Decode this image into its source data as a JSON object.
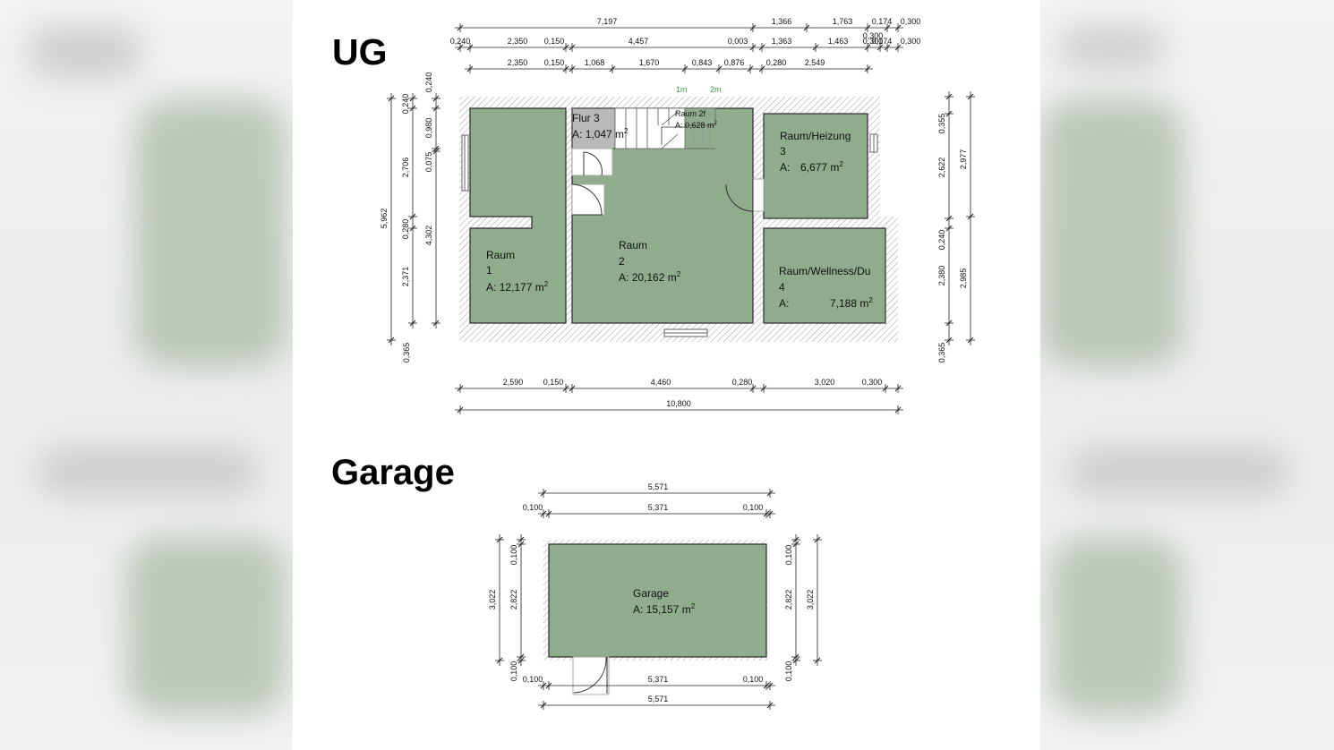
{
  "headings": {
    "ug": "UG",
    "garage": "Garage"
  },
  "colors": {
    "room_fill": "#8fac8c",
    "room_stroke": "#2a2a2a",
    "flur_fill": "#b9b9b9",
    "hatch": "#9a9a9a",
    "marker": "#3a9a3a",
    "dim": "#222222"
  },
  "rooms": {
    "raum1": {
      "name": "Raum",
      "number": "1",
      "area_prefix": "A:",
      "area_value": "12,177 m",
      "area_sup": "2"
    },
    "raum2": {
      "name": "Raum",
      "number": "2",
      "area_prefix": "A:",
      "area_value": "20,162 m",
      "area_sup": "2"
    },
    "raum3": {
      "name": "Raum/Heizung",
      "number": "3",
      "area_prefix": "A:",
      "area_value": "6,677 m",
      "area_sup": "2"
    },
    "raum4": {
      "name": "Raum/Wellness/Du",
      "number": "4",
      "area_prefix": "A:",
      "area_value": "7,188 m",
      "area_sup": "2"
    },
    "flur3": {
      "name": "Flur 3",
      "area_prefix": "A:",
      "area_value": "1,047 m",
      "area_sup": "2"
    },
    "raum2f": {
      "name": "Raum 2f",
      "area_prefix": "A:",
      "area_value": "0,628 m",
      "area_sup": "2"
    },
    "garage": {
      "name": "Garage",
      "area_prefix": "A:",
      "area_value": "15,157 m",
      "area_sup": "2"
    }
  },
  "markers": {
    "m1": "1m",
    "m2": "2m"
  },
  "ug_dims": {
    "top_row1": [
      "7,197",
      "1,366",
      "1,763",
      "0,174",
      "0,300"
    ],
    "top_row2": [
      "0,240",
      "2,350",
      "0,150",
      "4,457",
      "0,003",
      "1,363",
      "1,463",
      "0,300",
      "0,174",
      "0,300"
    ],
    "top_row3": [
      "2,350",
      "0,150",
      "1,068",
      "1,670",
      "0,843",
      "0,876",
      "0,280",
      "2,549"
    ],
    "left_outer": [
      "5,962",
      "0,365"
    ],
    "left_mid": [
      "0,240",
      "2,706",
      "0,280",
      "2,371"
    ],
    "left_inner": [
      "0,240",
      "0,980",
      "0,075",
      "4,302"
    ],
    "right_inner": [
      "0,355",
      "2,622",
      "0,240",
      "2,380",
      "0,365"
    ],
    "right_outer": [
      "2,977",
      "2,985"
    ],
    "bottom_row1": [
      "2,590",
      "0,150",
      "4,460",
      "0,280",
      "3,020",
      "0,300"
    ],
    "bottom_row2": [
      "10,800"
    ]
  },
  "garage_dims": {
    "top_row1": [
      "5,571"
    ],
    "top_row2": [
      "0,100",
      "5,371",
      "0,100"
    ],
    "left": [
      "3,022",
      "0,100",
      "2,822",
      "0,100"
    ],
    "right": [
      "0,100",
      "2,822",
      "0,100",
      "3,022"
    ],
    "bottom_row1": [
      "0,100",
      "5,371",
      "0,100"
    ],
    "bottom_row2": [
      "5,571"
    ]
  }
}
